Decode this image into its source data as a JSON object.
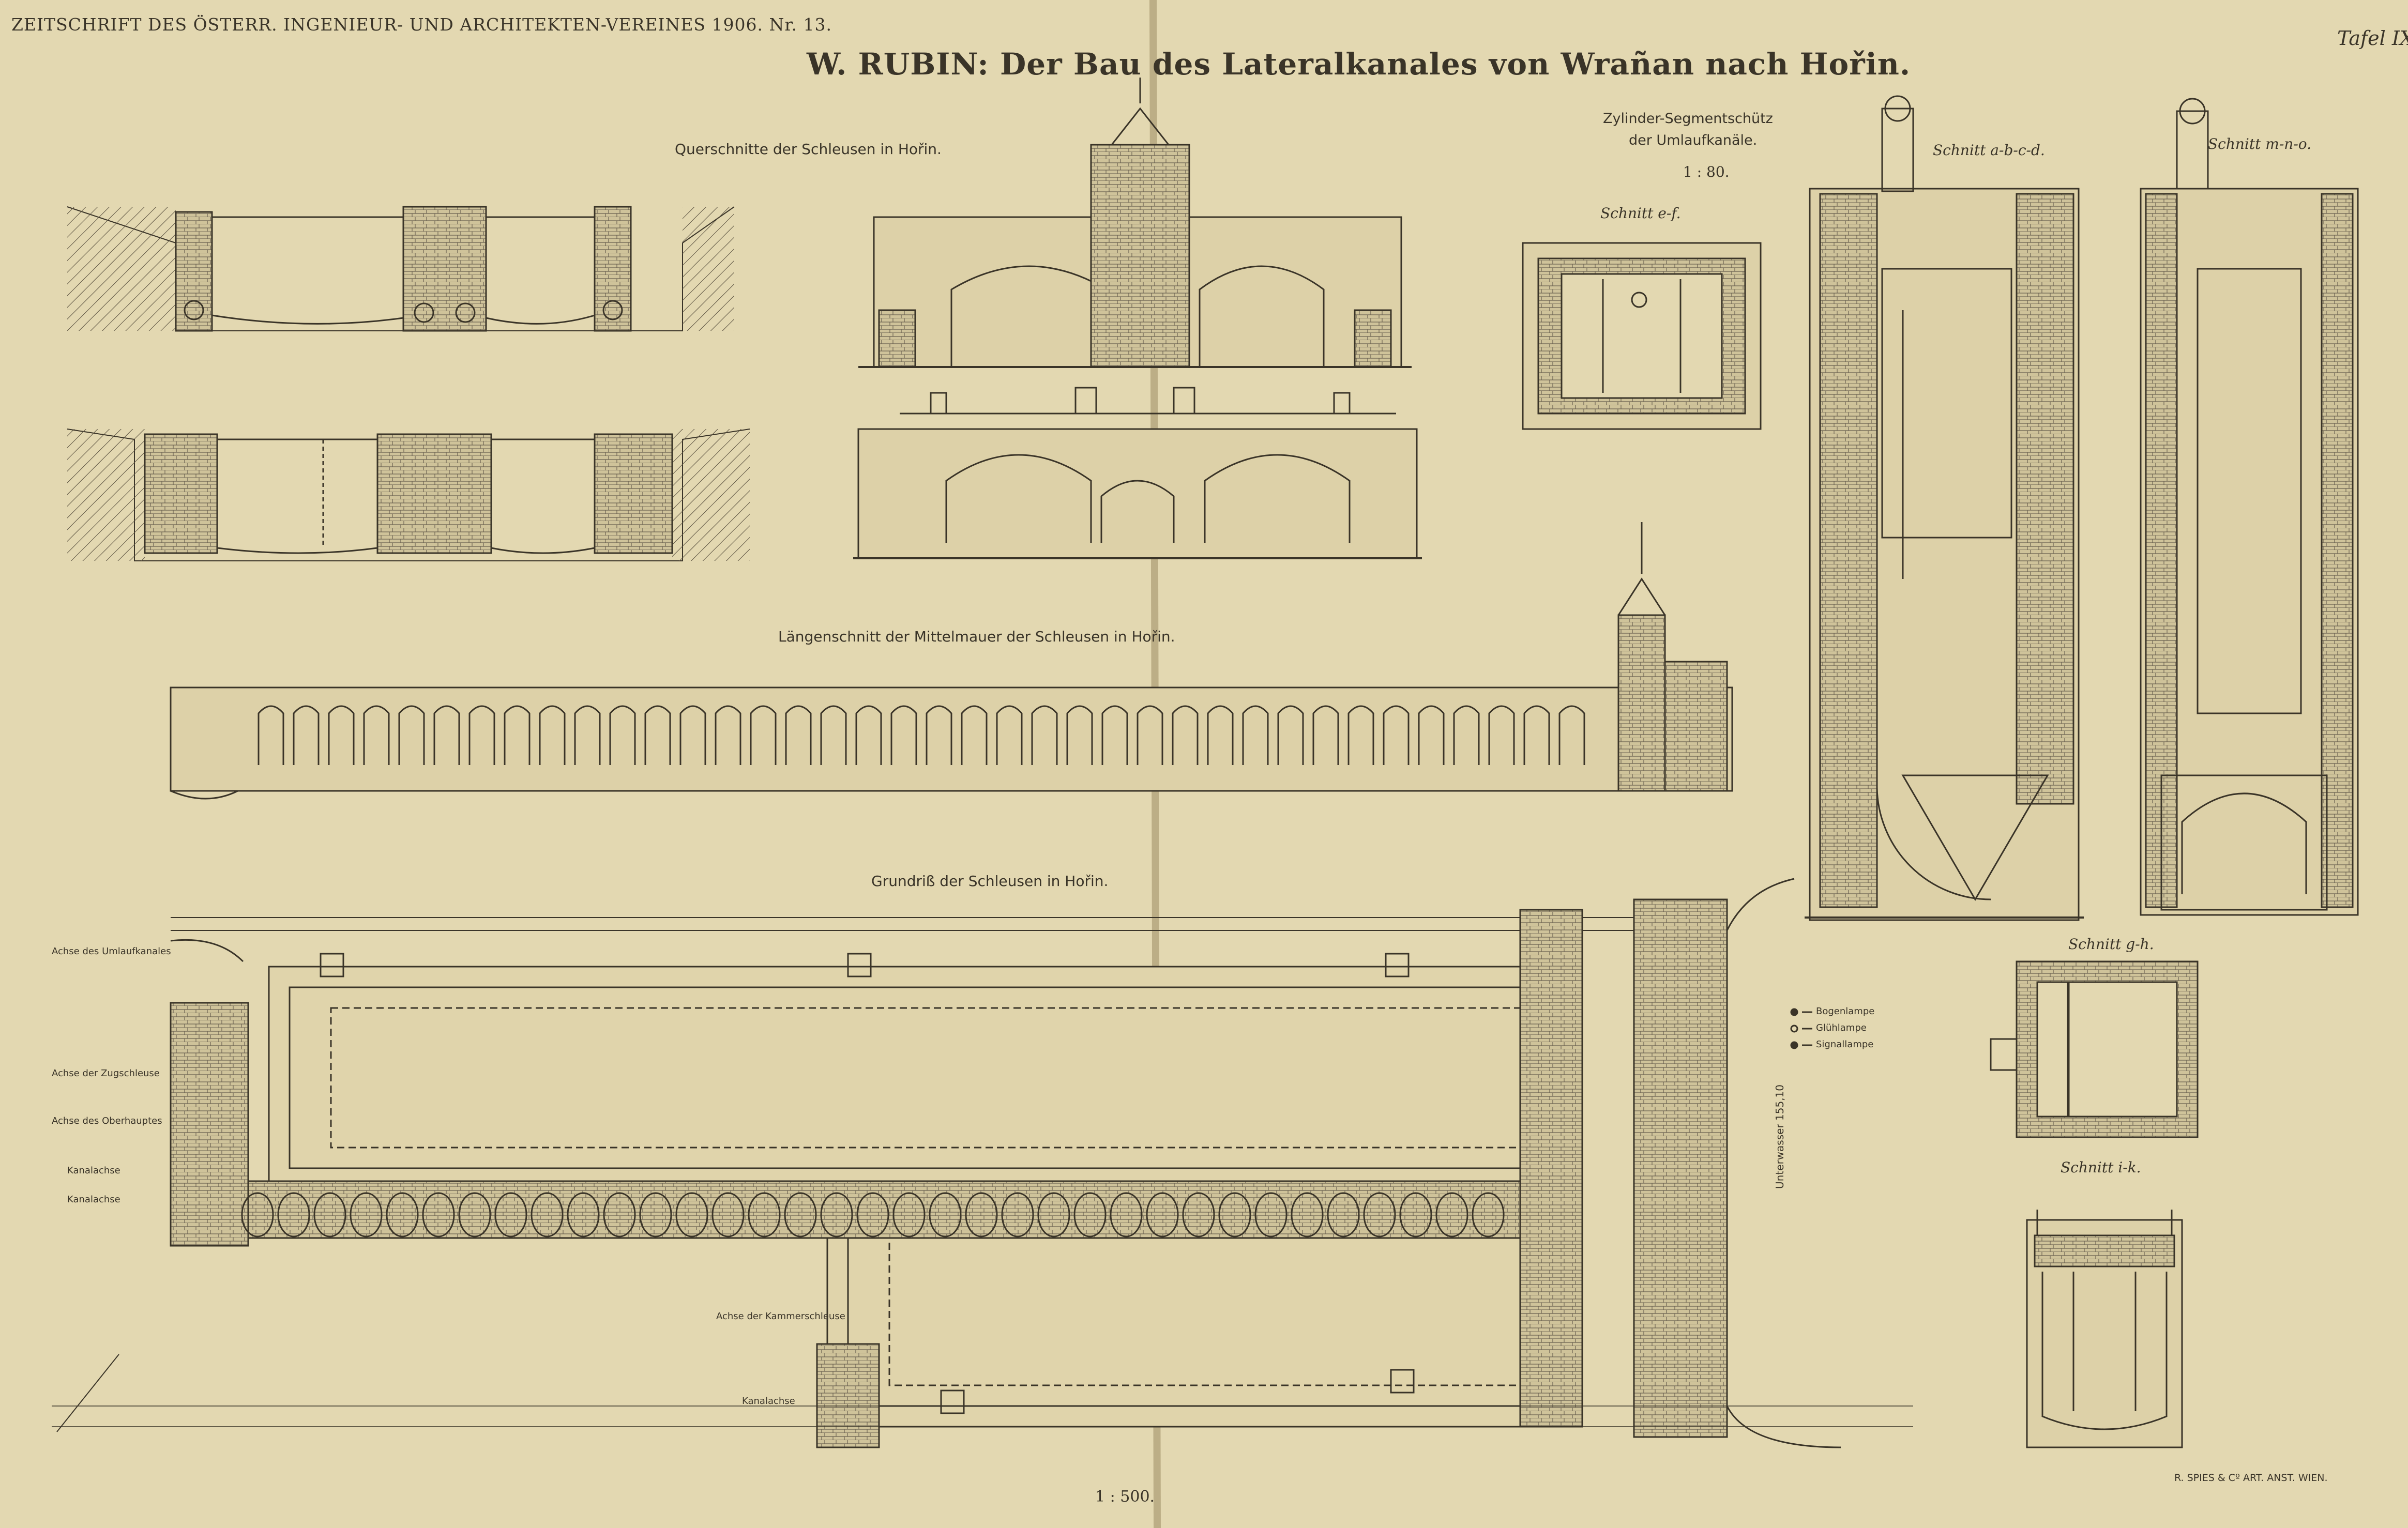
{
  "header": {
    "journal": "ZEITSCHRIFT DES ÖSTERR. INGENIEUR- UND ARCHITEKTEN-VEREINES 1906. Nr. 13.",
    "plate": "Tafel IX"
  },
  "title": "W. RUBIN: Der Bau des Lateralkanales von Wrañan nach Hořin.",
  "sections": {
    "cross_sections": "Querschnitte der Schleusen in Hořin.",
    "longitudinal": "Längenschnitt der Mittelmauer der Schleusen in Hořin.",
    "plan": "Grundriß der Schleusen in Hořin."
  },
  "gate_detail": {
    "title_line1": "Zylinder-Segmentschütz",
    "title_line2": "der Umlaufkanäle.",
    "scale": "1 : 80."
  },
  "schnitte": {
    "ef": "Schnitt e-f.",
    "abcd": "Schnitt a-b-c-d.",
    "mno": "Schnitt m-n-o.",
    "gh": "Schnitt g-h.",
    "ik": "Schnitt i-k."
  },
  "legend": {
    "items": [
      "Bogenlampe",
      "Glühlampe",
      "Signallampe"
    ]
  },
  "plan_labels": {
    "axis_umlauf": "Achse des Umlaufkanales",
    "axis_zugschleuse": "Achse der Zugschleuse",
    "axis_oberhaupt": "Achse des Oberhauptes",
    "kanalachse_1": "Kanalachse",
    "kanalachse_2": "Kanalachse",
    "axis_kammer": "Achse der Kammerschleuse",
    "kanalachse_3": "Kanalachse",
    "unterwasser": "Unterwasser 155,10"
  },
  "footer": {
    "scale": "1 : 500.",
    "printer": "R. SPIES & Cº ART. ANST. WIEN."
  },
  "colors": {
    "paper": "#e3d8b1",
    "ink": "#3a3428"
  }
}
